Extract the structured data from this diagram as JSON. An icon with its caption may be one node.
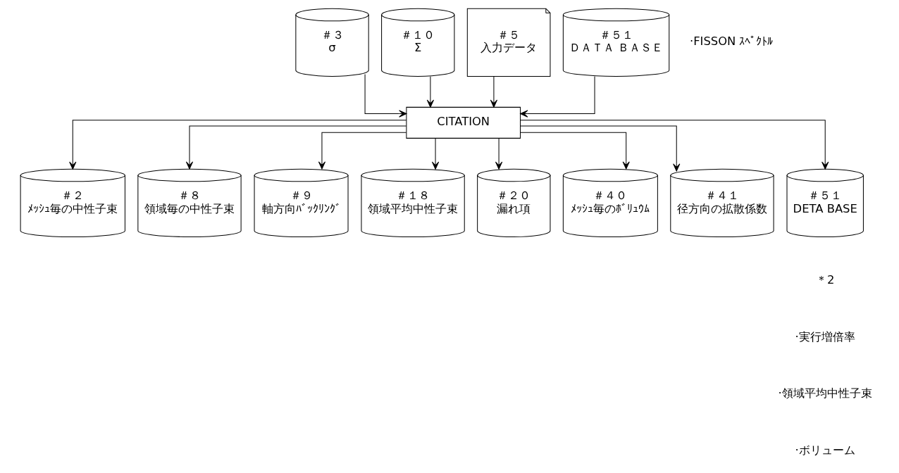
{
  "diagram": {
    "nodes": [
      {
        "text": [
          "＃３",
          "σ"
        ]
      },
      {
        "text": [
          "＃１０",
          "Σ"
        ]
      },
      {
        "text": [
          "＃５",
          "入力データ"
        ]
      },
      {
        "text": [
          "＃５１",
          "ＤＡＴＡ ＢＡＳＥ"
        ],
        "beside": [
          "·FISSON ｽﾍﾟｸﾄﾙ"
        ]
      },
      {
        "text": [
          "CITATION"
        ]
      },
      {
        "text": [
          "＃２",
          "ﾒｯｼｭ毎の中性子束"
        ]
      },
      {
        "text": [
          "＃８",
          "領域毎の中性子束"
        ]
      },
      {
        "text": [
          "＃９",
          "軸方向ﾊﾞｯｸﾘﾝｸﾞ"
        ]
      },
      {
        "text": [
          "＃１８",
          "領域平均中性子束"
        ]
      },
      {
        "text": [
          "＃２０",
          "漏れ項"
        ]
      },
      {
        "text": [
          "＃４０",
          "ﾒｯｼｭ毎のﾎﾞﾘｭｳﾑ"
        ]
      },
      {
        "text": [
          "＃４１",
          "径方向の拡散係数"
        ]
      },
      {
        "text": [
          "＃５１",
          "DETA BASE"
        ]
      }
    ],
    "edges": [
      {
        "from": 0,
        "to": 4,
        "arrow": "to"
      },
      {
        "from": 1,
        "to": 4,
        "arrow": "to"
      },
      {
        "from": 2,
        "to": 4,
        "arrow": "to"
      },
      {
        "from": 3,
        "to": 4,
        "arrow": "to"
      },
      {
        "from": 4,
        "to": 5,
        "arrow": "to"
      },
      {
        "from": 4,
        "to": 6,
        "arrow": "to"
      },
      {
        "from": 4,
        "to": 7,
        "arrow": "to"
      },
      {
        "from": 4,
        "to": 8,
        "arrow": "to"
      },
      {
        "from": 4,
        "to": 9,
        "arrow": "to"
      },
      {
        "from": 4,
        "to": 10,
        "arrow": "to"
      },
      {
        "from": 4,
        "to": 11,
        "arrow": "to"
      },
      {
        "from": 4,
        "to": 12,
        "arrow": "to"
      }
    ],
    "labels": [
      "＊2",
      "·実行増倍率",
      "·領域平均中性子束",
      "·ボリューム"
    ]
  }
}
